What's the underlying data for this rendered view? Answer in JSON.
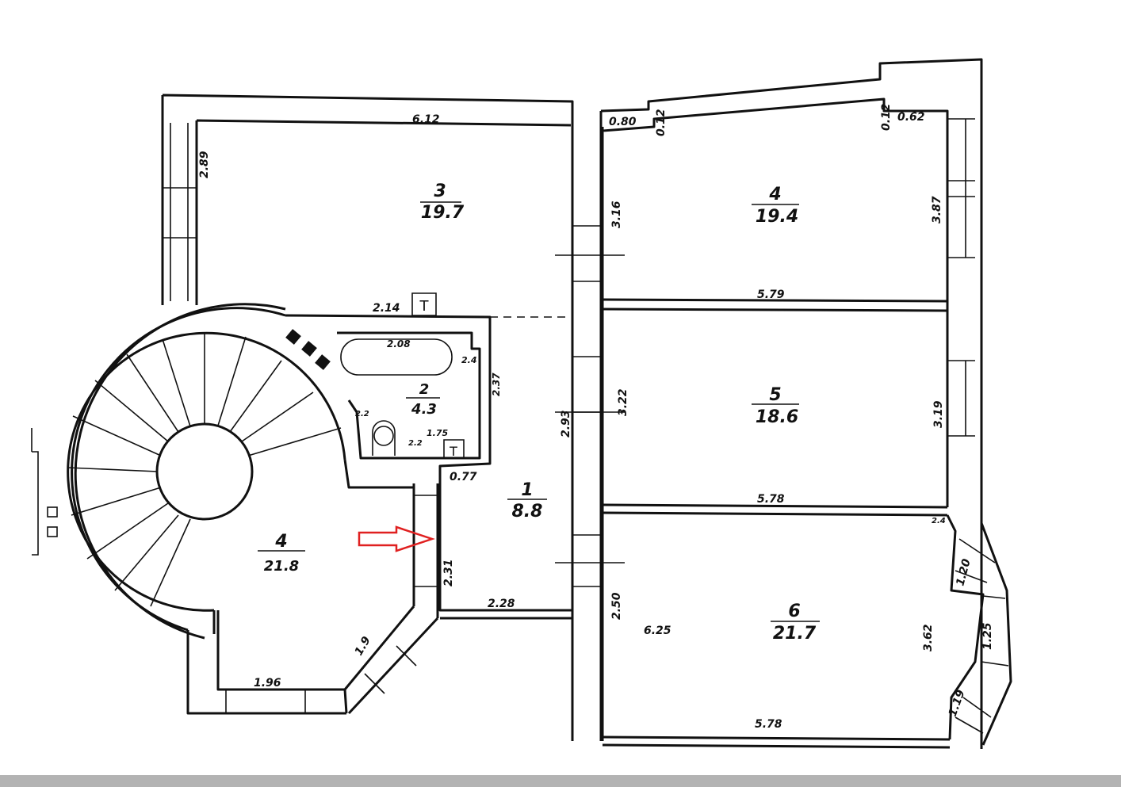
{
  "rooms": [
    {
      "no": "3",
      "area": "19.7"
    },
    {
      "no": "4",
      "area": "19.4"
    },
    {
      "no": "5",
      "area": "18.6"
    },
    {
      "no": "6",
      "area": "21.7"
    },
    {
      "no": "1",
      "area": "8.8"
    },
    {
      "no": "2",
      "area": "4.3"
    },
    {
      "no": "4",
      "area": "21.8"
    }
  ],
  "dims": [
    "6.12",
    "2.89",
    "3.16",
    "3.87",
    "0.80",
    "0.12",
    "0.12",
    "0.62",
    "5.79",
    "3.19",
    "3.22",
    "2.93",
    "5.78",
    "2.31",
    "2.28",
    "0.77",
    "2.50",
    "6.25",
    "3.62",
    "1.20",
    "1.25",
    "1.19",
    "5.78",
    "1.96",
    "1.9",
    "2.14",
    "2.08",
    "1.75",
    "2.4",
    "2.37",
    "2.2",
    "2.2",
    "2.4"
  ],
  "fixtures": {
    "toilet_tank": "T",
    "vent": "T"
  },
  "marker": {
    "color": "#e02020",
    "type": "arrow-right"
  }
}
